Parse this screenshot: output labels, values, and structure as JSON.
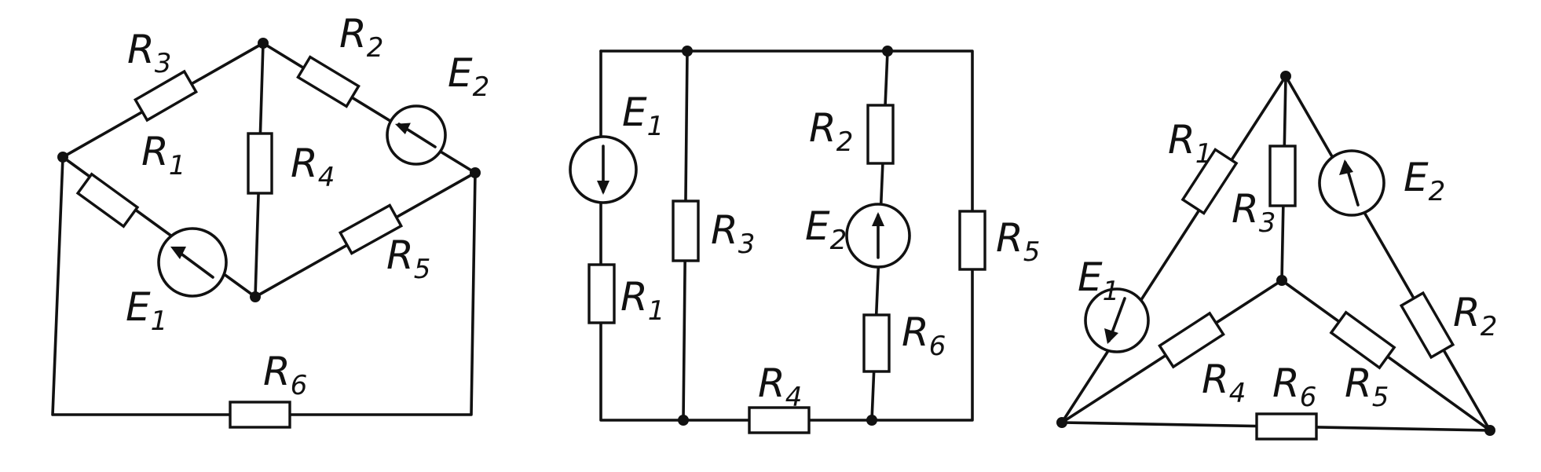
{
  "diagrams": [
    {
      "labels": {
        "R1": {
          "base": "R",
          "sub": "1"
        },
        "R2": {
          "base": "R",
          "sub": "2"
        },
        "R3": {
          "base": "R",
          "sub": "3"
        },
        "R4": {
          "base": "R",
          "sub": "4"
        },
        "R5": {
          "base": "R",
          "sub": "5"
        },
        "R6": {
          "base": "R",
          "sub": "6"
        },
        "E1": {
          "base": "E",
          "sub": "1"
        },
        "E2": {
          "base": "E",
          "sub": "2"
        }
      }
    },
    {
      "labels": {
        "R1": {
          "base": "R",
          "sub": "1"
        },
        "R2": {
          "base": "R",
          "sub": "2"
        },
        "R3": {
          "base": "R",
          "sub": "3"
        },
        "R4": {
          "base": "R",
          "sub": "4"
        },
        "R5": {
          "base": "R",
          "sub": "5"
        },
        "R6": {
          "base": "R",
          "sub": "6"
        },
        "E1": {
          "base": "E",
          "sub": "1"
        },
        "E2": {
          "base": "E",
          "sub": "2"
        }
      }
    },
    {
      "labels": {
        "R1": {
          "base": "R",
          "sub": "1"
        },
        "R2": {
          "base": "R",
          "sub": "2"
        },
        "R3": {
          "base": "R",
          "sub": "3"
        },
        "R4": {
          "base": "R",
          "sub": "4"
        },
        "R5": {
          "base": "R",
          "sub": "5"
        },
        "R6": {
          "base": "R",
          "sub": "6"
        },
        "E1": {
          "base": "E",
          "sub": "1"
        },
        "E2": {
          "base": "E",
          "sub": "2"
        }
      }
    }
  ]
}
